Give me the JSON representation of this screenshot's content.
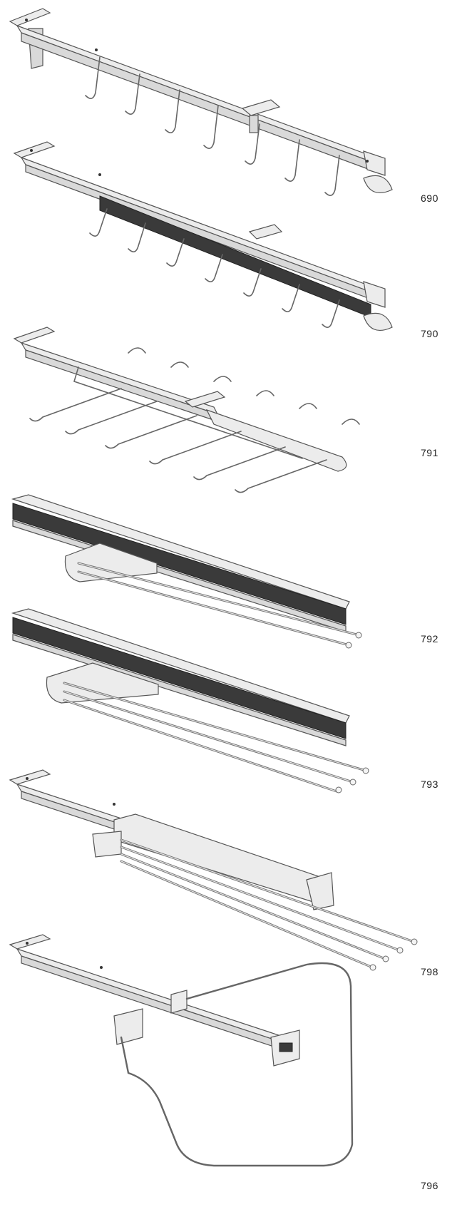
{
  "products": [
    {
      "code": "690",
      "type": "hook-rail"
    },
    {
      "code": "790",
      "type": "hook-rail-channel"
    },
    {
      "code": "791",
      "type": "swing-hook-rail"
    },
    {
      "code": "792",
      "type": "two-rod-slide"
    },
    {
      "code": "793",
      "type": "three-rod-slide"
    },
    {
      "code": "798",
      "type": "four-rod-slide"
    },
    {
      "code": "796",
      "type": "loop-slide"
    }
  ]
}
